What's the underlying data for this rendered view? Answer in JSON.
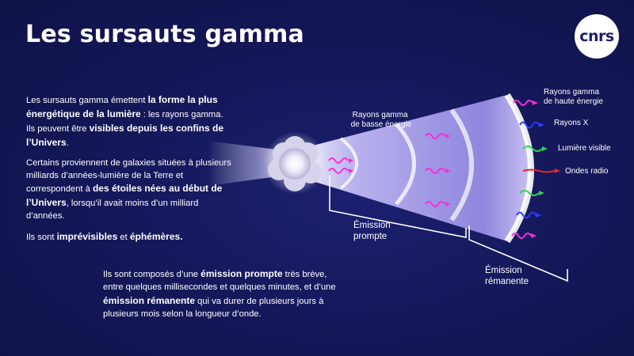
{
  "title": "Les sursauts gamma",
  "logo_text": "cnrs",
  "intro": {
    "p1": {
      "t1": "Les sursauts gamma émettent ",
      "b1": "la forme la plus énergétique de la lumière",
      "t2": " : les rayons gamma. Ils peuvent être ",
      "b2": "visibles depuis les confins de l’Univers",
      "t3": "."
    },
    "p2": {
      "t1": "Certains proviennent de galaxies situées à plusieurs milliards d’années-lumière de la Terre et correspondent à ",
      "b1": "des étoiles nées au début de l’Univers",
      "t2": ", lorsqu’il avait moins d’un milliard d’années."
    },
    "p3": {
      "t1": "Ils sont ",
      "b1": "imprévisibles",
      "t2": " et ",
      "b2": "éphémères."
    }
  },
  "bottom": {
    "t1": "Ils sont composés d’une ",
    "b1": "émission prompte",
    "t2": " très brève, entre quelques millisecondes et quelques minutes, et d’une ",
    "b2": "émission rémanente",
    "t3": " qui va durer de plusieurs jours à plusieurs mois selon la longueur d’onde."
  },
  "diagram": {
    "label_low_energy": [
      "Rayons gamma",
      "de basse énergie"
    ],
    "label_high_energy": [
      "Rayons gamma",
      "de haute énergie"
    ],
    "label_xrays": "Rayons X",
    "label_visible": "Lumière visible",
    "label_radio": "Ondes radio",
    "label_prompt": [
      "Émission",
      "prompte"
    ],
    "label_afterglow": [
      "Émission",
      "rémanente"
    ],
    "colors": {
      "gamma": "#ff2bd6",
      "xray": "#2a3cff",
      "visible": "#2bd44a",
      "radio": "#e8242a",
      "background": "#15185a"
    }
  }
}
